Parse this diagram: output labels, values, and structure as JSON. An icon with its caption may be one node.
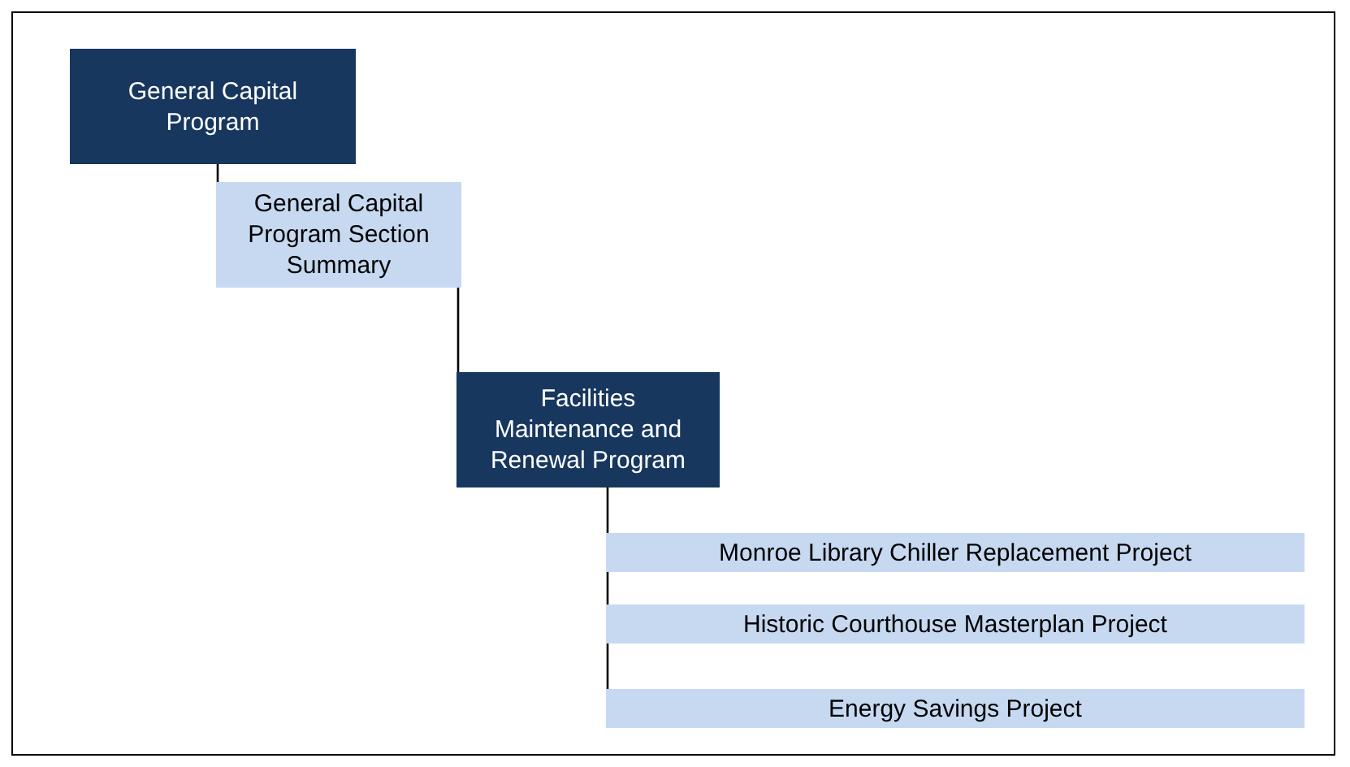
{
  "diagram": {
    "nodes": [
      {
        "text": [
          "General Capital Program"
        ]
      },
      {
        "text": [
          "General Capital Program Section Summary"
        ]
      },
      {
        "text": [
          "Facilities Maintenance and Renewal Program"
        ]
      },
      {
        "text": [
          "Monroe Library Chiller Replacement Project"
        ]
      },
      {
        "text": [
          "Historic Courthouse Masterplan Project"
        ]
      },
      {
        "text": [
          "Energy Savings Project"
        ]
      }
    ],
    "edges": [
      {
        "from": 0,
        "to": 1,
        "arrow": "none"
      },
      {
        "from": 1,
        "to": 2,
        "arrow": "none"
      },
      {
        "from": 2,
        "to": 3,
        "arrow": "none"
      },
      {
        "from": 3,
        "to": 4,
        "arrow": "none"
      },
      {
        "from": 4,
        "to": 5,
        "arrow": "none"
      }
    ]
  }
}
